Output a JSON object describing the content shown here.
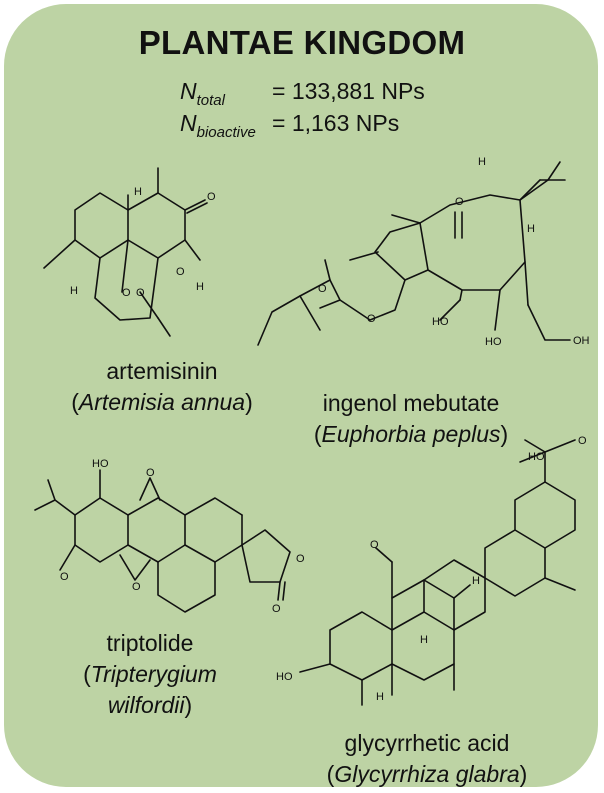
{
  "header": {
    "title": "PLANTAE KINGDOM",
    "n_total": {
      "symbol": "N",
      "subscript": "total",
      "value": "= 133,881 NPs"
    },
    "n_bioactive": {
      "symbol": "N",
      "subscript": "bioactive",
      "value": "= 1,163 NPs"
    }
  },
  "compounds": [
    {
      "name": "artemisinin",
      "source_open": "(",
      "source": "Artemisia annua",
      "source_close": ")"
    },
    {
      "name": "ingenol mebutate",
      "source_open": "(",
      "source": "Euphorbia peplus",
      "source_close": ")"
    },
    {
      "name": "triptolide",
      "source_open": "(",
      "source_line1": "Tripterygium",
      "source_line2": "wilfordii",
      "source_close": ")"
    },
    {
      "name": "glycyrrhetic acid",
      "source_open": "(",
      "source": "Glycyrrhiza glabra",
      "source_close": ")"
    }
  ],
  "atom_labels": {
    "O": "O",
    "H": "H",
    "HO": "HO",
    "OH": "OH"
  },
  "colors": {
    "card_background": "#bdd3a4",
    "text": "#111111"
  }
}
